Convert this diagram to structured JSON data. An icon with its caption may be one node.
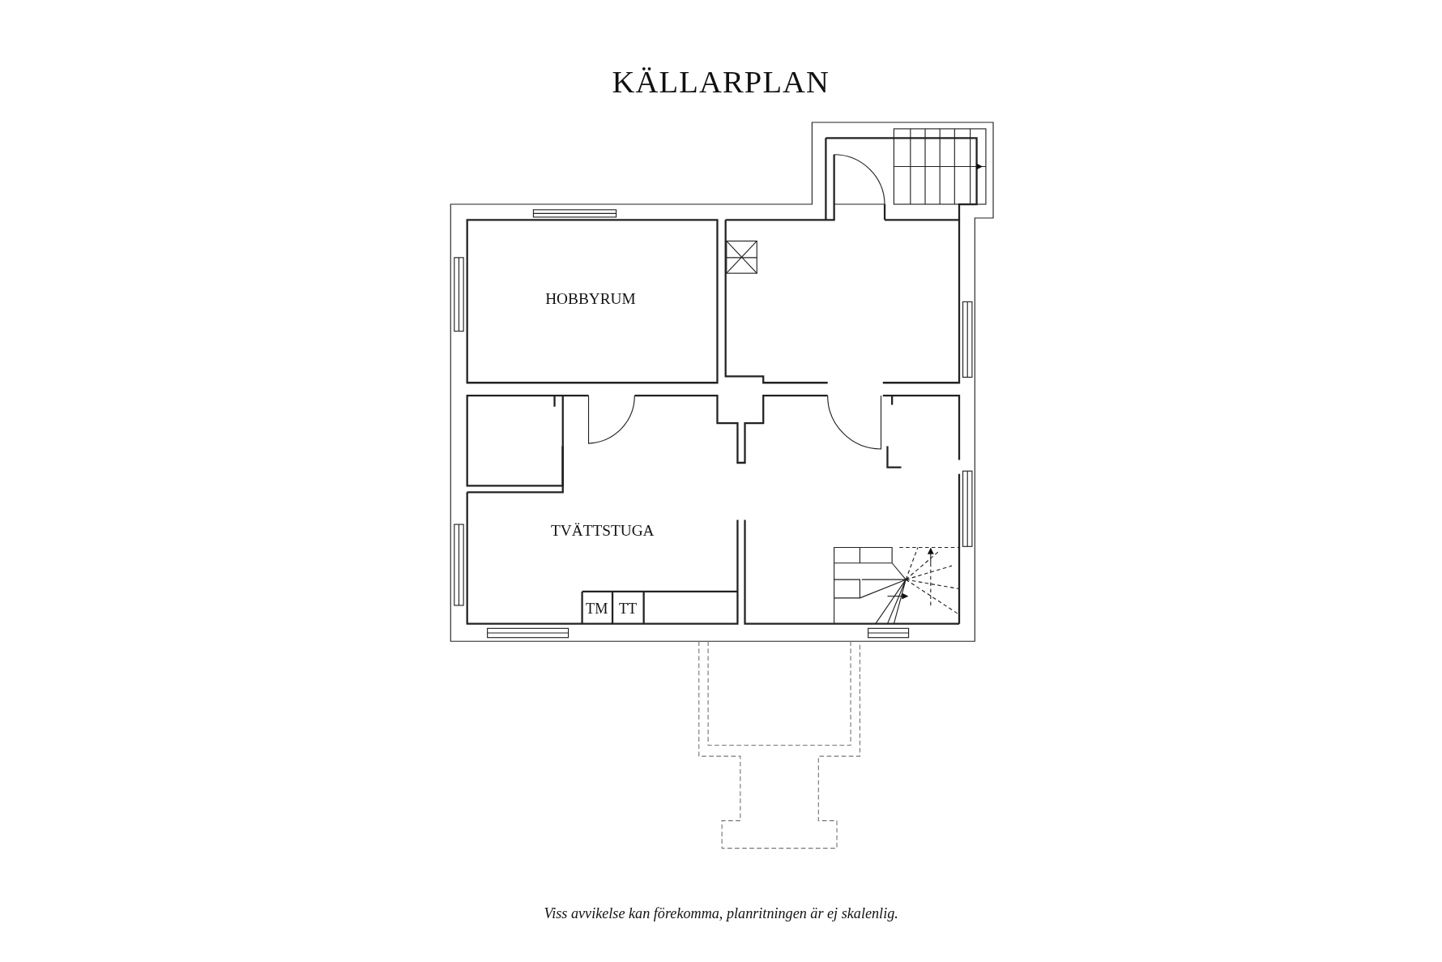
{
  "diagram": {
    "title": "KÄLLARPLAN",
    "caption": "Viss avvikelse kan förekomma, planritningen är ej skalenlig.",
    "labels": [
      "HOBBYRUM",
      "TVÄTTSTUGA",
      "TM",
      "TT"
    ]
  }
}
